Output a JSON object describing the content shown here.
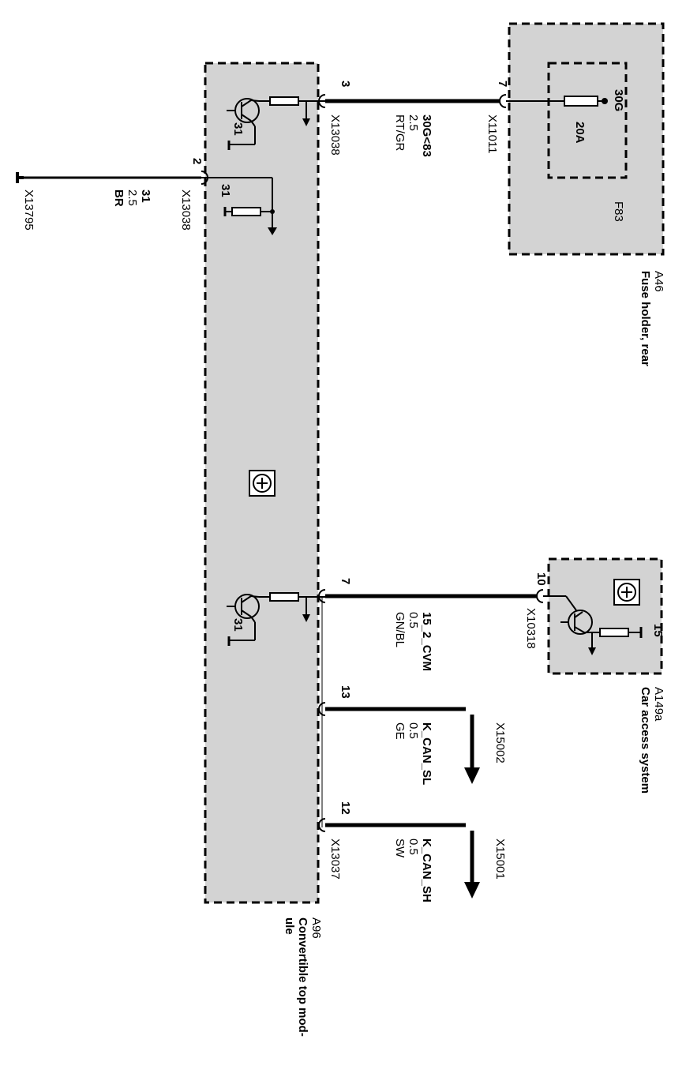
{
  "modules": {
    "a96": {
      "id": "A96",
      "name": "Convertible top mod-",
      "name2": "ule"
    },
    "a46": {
      "id": "A46",
      "name": "Fuse holder, rear",
      "fuse_id": "F83",
      "fuse_terminal": "30G",
      "fuse_rating": "20A"
    },
    "a149a": {
      "id": "A149a",
      "name": "Car access system",
      "terminal": "15"
    }
  },
  "ground": {
    "connector": "X13795",
    "signal": "31",
    "gauge": "2.5",
    "color": "BR"
  },
  "connections": {
    "ground_pin": {
      "pin": "2",
      "connector": "X13038",
      "internal_label": "31"
    },
    "supply": {
      "pin": "3",
      "connector": "X13038",
      "signal": "30G<83",
      "gauge": "2.5",
      "color": "RT/GR",
      "internal_label": "31"
    },
    "fuse_pin": {
      "pin": "7",
      "connector": "X11011"
    },
    "wake": {
      "pin": "7",
      "signal": "15_2_CVM",
      "gauge": "0.5",
      "color": "GN/BL",
      "internal_label": "31"
    },
    "cas_pin": {
      "pin": "10",
      "connector": "X10318"
    },
    "can_low": {
      "pin": "13",
      "signal": "K_CAN_SL",
      "gauge": "0.5",
      "color": "GE",
      "target": "X15002"
    },
    "can_high": {
      "pin": "12",
      "connector": "X13037",
      "signal": "K_CAN_SH",
      "gauge": "0.5",
      "color": "SW",
      "target": "X15001"
    }
  },
  "colors": {
    "module_fill": "#d3d3d3",
    "line": "#000000"
  }
}
